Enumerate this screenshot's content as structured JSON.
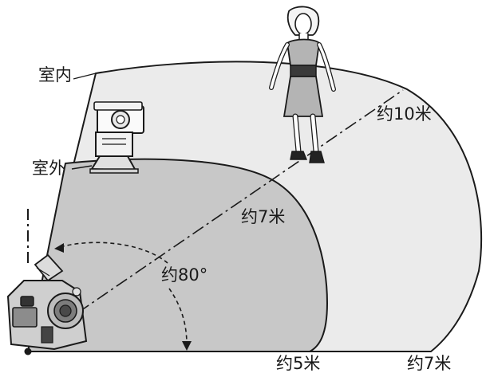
{
  "labels": {
    "indoor": "室内",
    "outdoor": "室外",
    "dist_indoor_line": "约10米",
    "dist_outdoor_line": "约7米",
    "angle": "约80°",
    "dist_bottom_near": "约5米",
    "dist_bottom_far": "约7米"
  },
  "colors": {
    "indoor_zone": "#ebebeb",
    "outdoor_zone": "#c8c8c8",
    "outline": "#1a1a1a"
  },
  "icons": [
    "speedlite-flash-icon",
    "woman-figure-icon",
    "dslr-camera-icon"
  ]
}
